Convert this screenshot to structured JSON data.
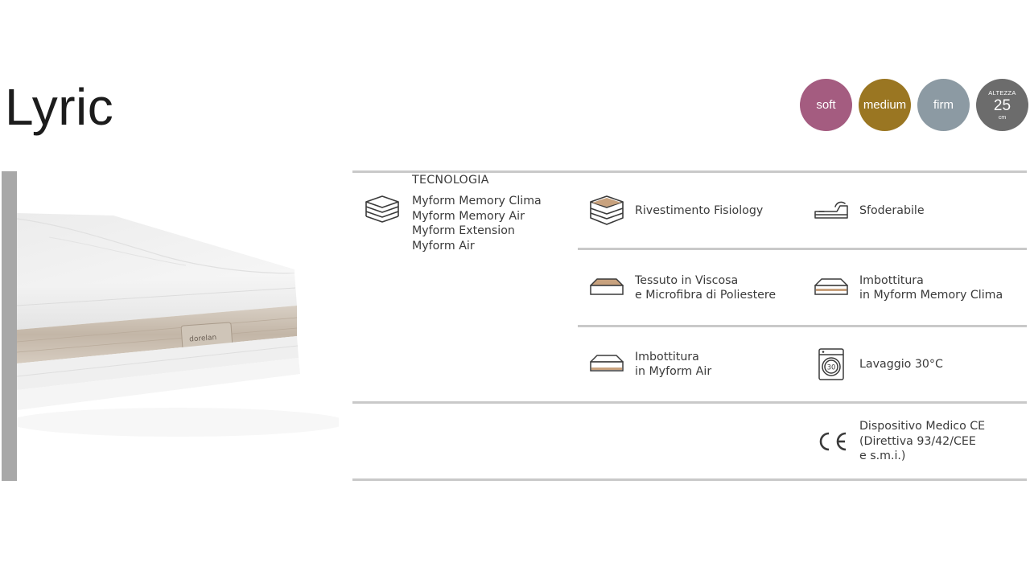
{
  "product": {
    "title": "Lyric"
  },
  "badges": {
    "soft": "soft",
    "medium": "medium",
    "firm": "firm",
    "height_caption": "ALTEZZA",
    "height_value": "25",
    "height_unit": "cm",
    "colors": {
      "soft": "#a45c80",
      "medium": "#9a7622",
      "firm": "#8c9aa3",
      "height": "#6c6c6c"
    }
  },
  "brand_label": "dorelan",
  "technology": {
    "heading": "TECNOLOGIA",
    "items": [
      "Myform Memory Clima",
      "Myform Memory Air",
      "Myform Extension",
      "Myform Air"
    ],
    "icon": "layers-icon"
  },
  "features": {
    "rivestimento": {
      "label": "Rivestimento Fisiology",
      "icon": "cover-layers-icon"
    },
    "sfoderabile": {
      "label": "Sfoderabile",
      "icon": "removable-cover-icon"
    },
    "tessuto": {
      "label": "Tessuto in Viscosa\ne Microfibra di Poliestere",
      "icon": "fabric-layer-icon"
    },
    "imbottitura_clima": {
      "label": "Imbottitura\nin Myform Memory Clima",
      "icon": "padding-layer-icon"
    },
    "imbottitura_air": {
      "label": "Imbottitura\nin Myform Air",
      "icon": "padding-layer-icon"
    },
    "lavaggio": {
      "label": "Lavaggio 30°C",
      "icon": "washing-machine-icon"
    },
    "dispositivo": {
      "label": "Dispositivo Medico CE\n(Direttiva 93/42/CEE\ne s.m.i.)",
      "icon": "ce-mark-icon"
    }
  }
}
